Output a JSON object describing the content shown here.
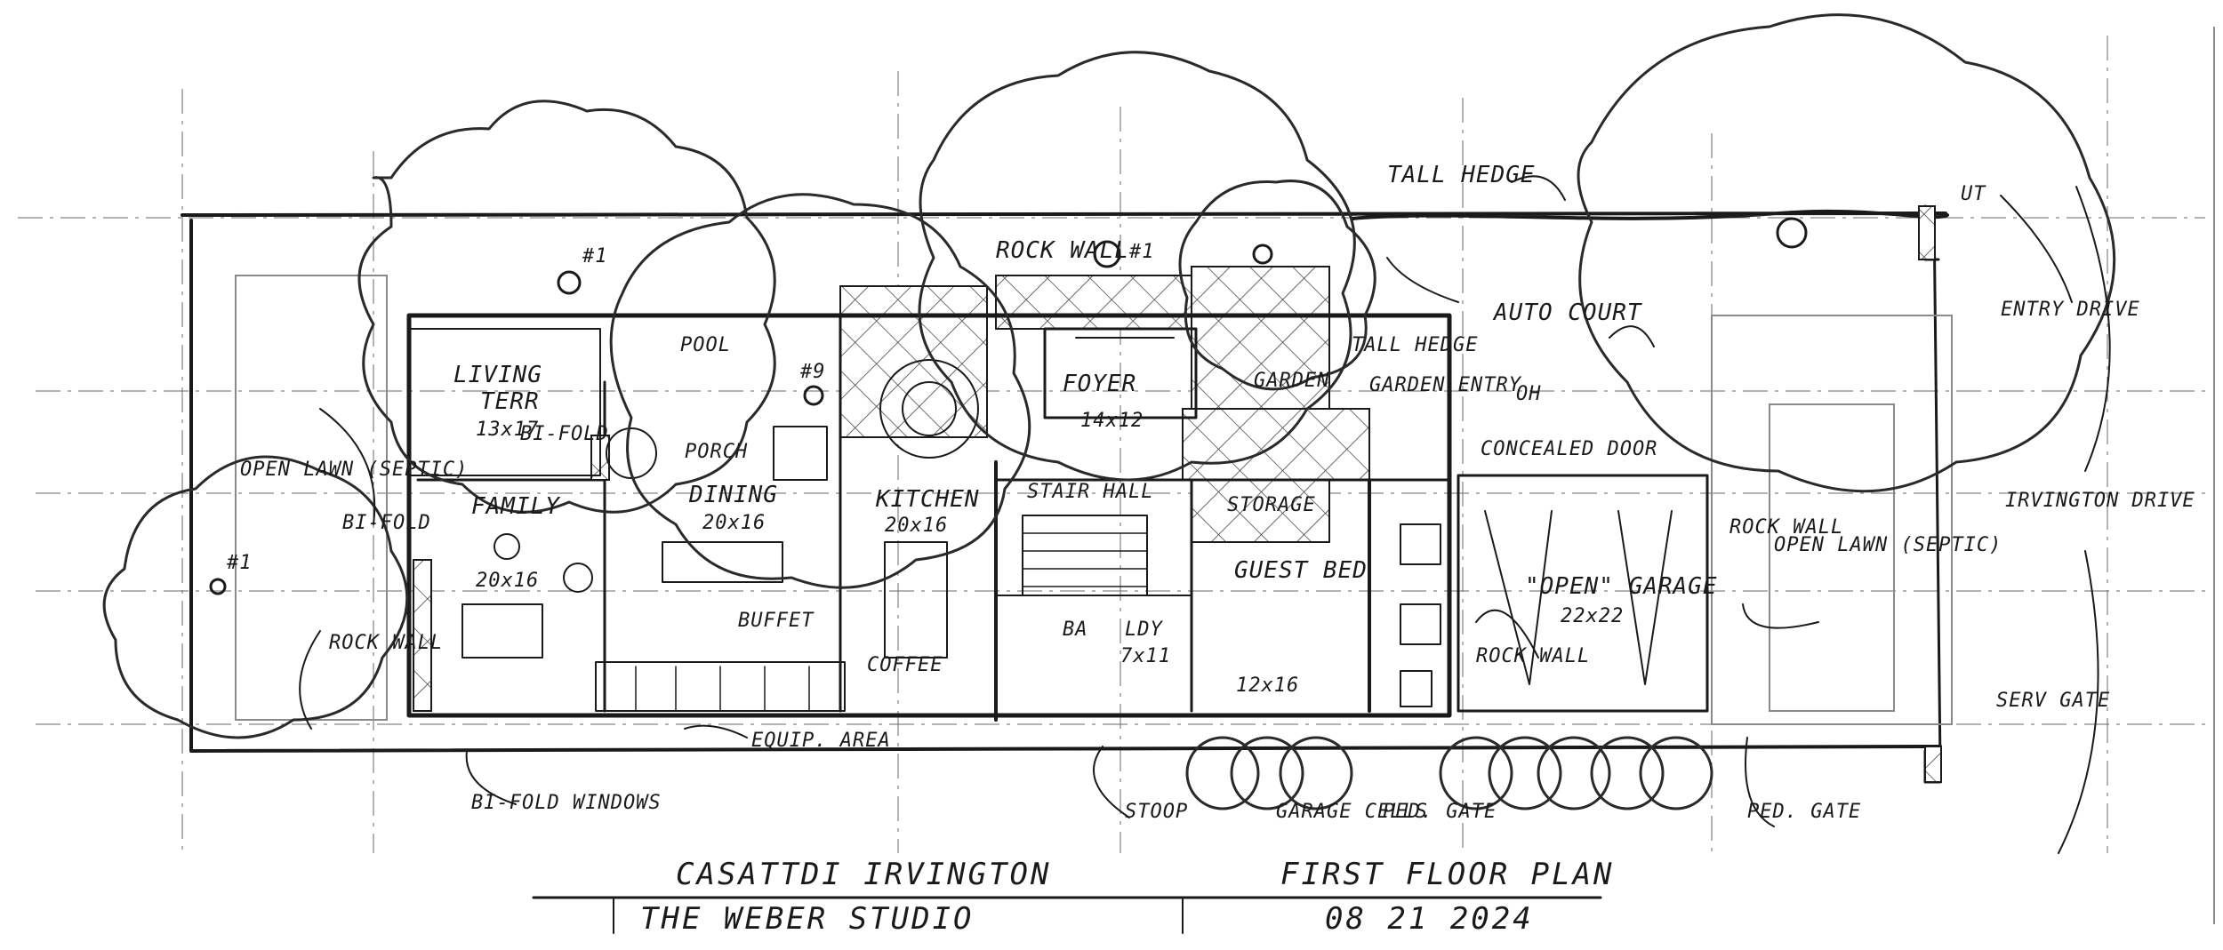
{
  "drawing": {
    "title_block": {
      "project_name": "CASATTDI IRVINGTON",
      "studio": "THE WEBER STUDIO",
      "sheet_title": "FIRST FLOOR PLAN",
      "date": "08 21 2024"
    },
    "rooms": {
      "living": "LIVING",
      "terrace": "TERR",
      "terrace_size": "13x17",
      "family": "FAMILY",
      "family_size": "20x16",
      "dining": "DINING",
      "dining_size": "20x16",
      "kitchen": "KITCHEN",
      "kitchen_size": "20x16",
      "foyer": "FOYER",
      "foyer_size": "14x12",
      "guest_bed": "GUEST BED",
      "guest_bed_size": "12x16",
      "garage": "\"OPEN\" GARAGE",
      "garage_size": "22x22",
      "laundry": "LDY",
      "laundry_size": "7x11",
      "bath": "BA",
      "storage": "STORAGE",
      "stair_hall": "STAIR HALL"
    },
    "annotations": {
      "tall_hedge_top": "TALL HEDGE",
      "tall_hedge_mid": "TALL HEDGE",
      "rock_wall_top": "ROCK WALL",
      "rock_wall_left": "ROCK WALL",
      "rock_wall_garage": "ROCK WALL",
      "rock_wall_right": "ROCK WALL",
      "auto_court": "AUTO COURT",
      "entry_drive": "ENTRY DRIVE",
      "garden_entry": "GARDEN ENTRY",
      "garden": "GARDEN",
      "oh": "OH",
      "concealed_door": "CONCEALED DOOR",
      "open_lawn_left": "OPEN LAWN (SEPTIC)",
      "open_lawn_right": "OPEN LAWN (SEPTIC)",
      "irvington_drive": "IRVINGTON DRIVE",
      "pool": "POOL",
      "porch": "PORCH",
      "bifold_1": "BI-FOLD",
      "bifold_2": "BI-FOLD",
      "bifold_windows": "BI-FOLD WINDOWS",
      "buffet": "BUFFET",
      "coffee": "COFFEE",
      "equip_area": "EQUIP. AREA",
      "stoop": "STOOP",
      "garage_cells": "GARAGE CELLS",
      "ped_gate_1": "PED. GATE",
      "ped_gate_2": "PED. GATE",
      "serv_gate": "SERV GATE",
      "ut": "UT",
      "tree_1": "#1",
      "tree_2": "#1",
      "tree_3": "#1",
      "tree_4": "#9"
    }
  }
}
